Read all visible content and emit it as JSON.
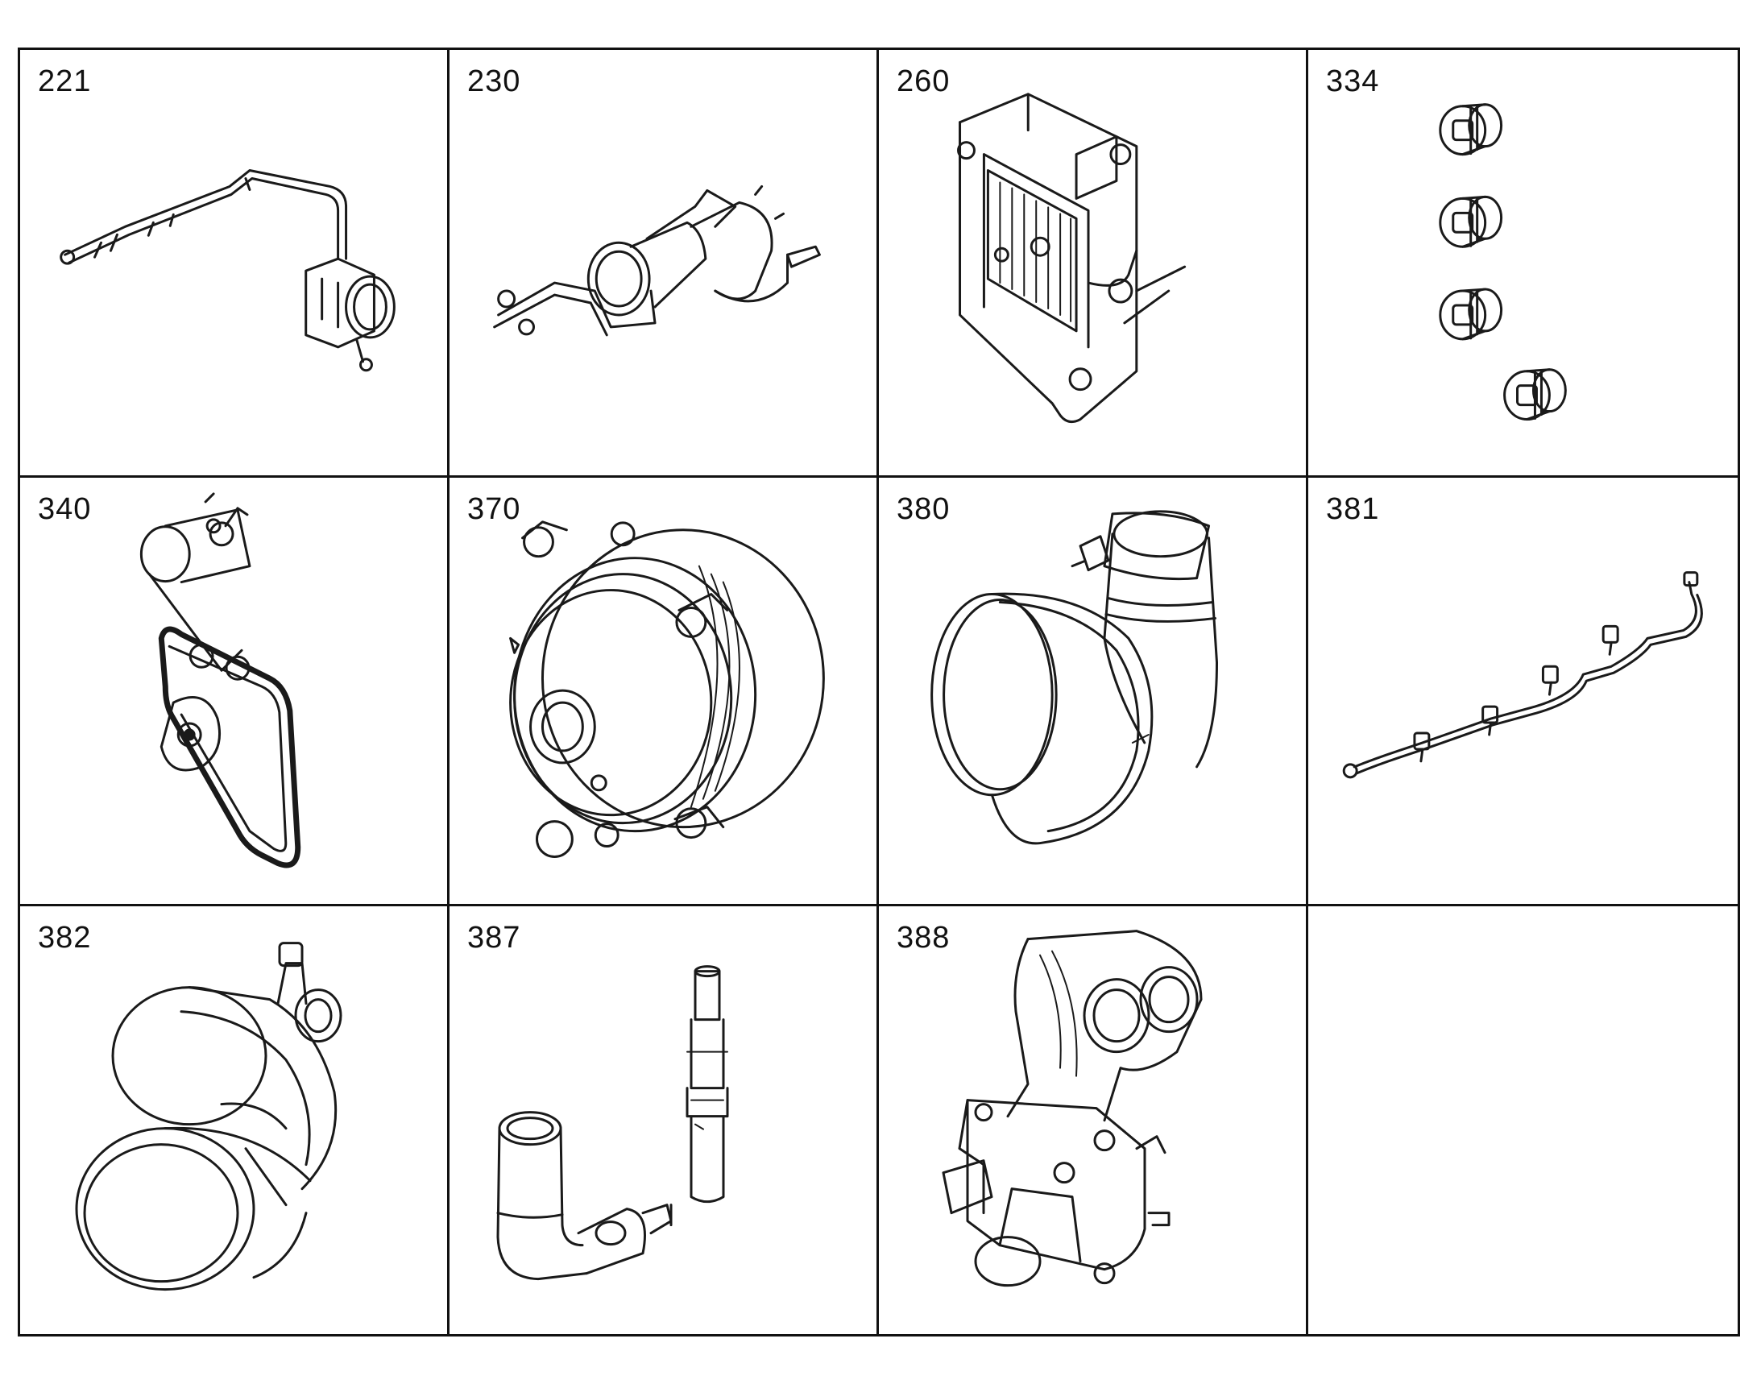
{
  "parts": [
    {
      "number": "221",
      "icon": "coolant-pipe-with-clamp-icon"
    },
    {
      "number": "230",
      "icon": "hose-assembly-with-bracket-icon"
    },
    {
      "number": "260",
      "icon": "oil-cooler-with-flange-icon"
    },
    {
      "number": "334",
      "icon": "screw-plugs-icon"
    },
    {
      "number": "340",
      "icon": "belt-drive-with-tensioner-icon"
    },
    {
      "number": "370",
      "icon": "water-pump-with-pulley-icon"
    },
    {
      "number": "380",
      "icon": "thermostat-housing-with-elbow-icon"
    },
    {
      "number": "381",
      "icon": "wiring-harness-icon"
    },
    {
      "number": "382",
      "icon": "elbow-connector-icon"
    },
    {
      "number": "387",
      "icon": "pipe-elbow-and-sensor-icon"
    },
    {
      "number": "388",
      "icon": "coolant-manifold-housing-icon"
    },
    {
      "number": "",
      "icon": ""
    }
  ]
}
